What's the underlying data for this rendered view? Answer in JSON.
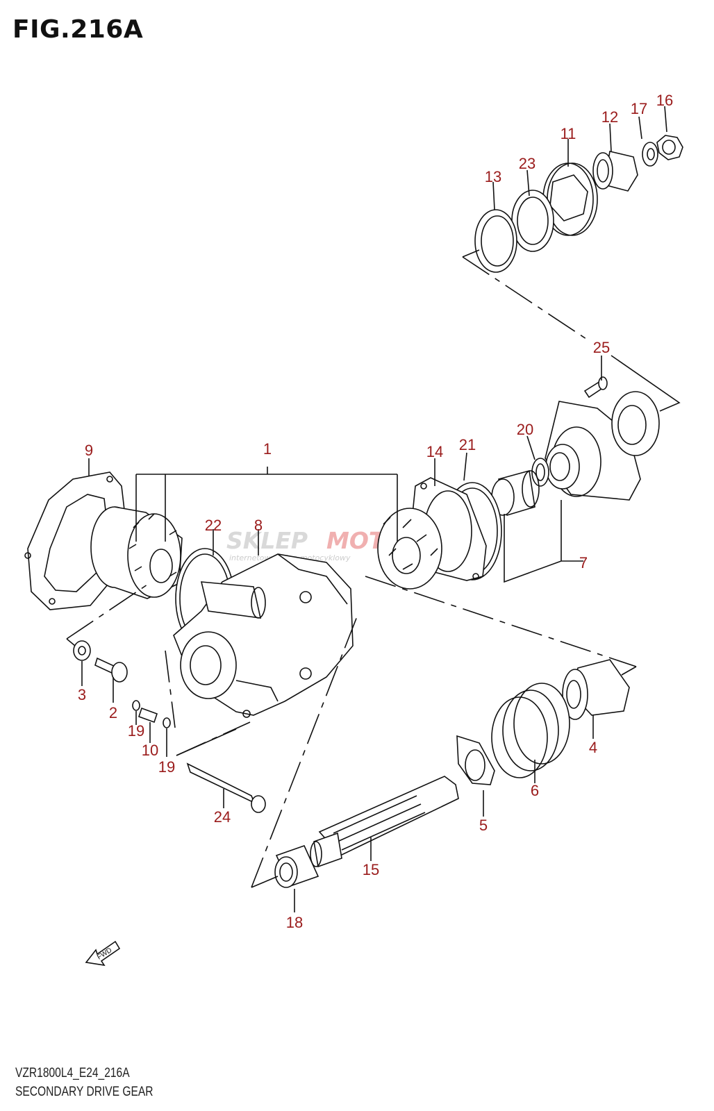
{
  "figure_title": "FIG.216A",
  "footer": {
    "code": "VZR1800L4_E24_216A",
    "caption": "SECONDARY DRIVE GEAR"
  },
  "fwd_label": "FWD",
  "watermark": {
    "brand_left": "SKLEP",
    "brand_right": "MOTO24.PL",
    "tagline": "internetowy sklep motocyklowy"
  },
  "callouts": [
    "1",
    "2",
    "3",
    "4",
    "5",
    "6",
    "7",
    "8",
    "9",
    "10",
    "11",
    "12",
    "13",
    "14",
    "15",
    "16",
    "17",
    "18",
    "19",
    "19",
    "20",
    "21",
    "22",
    "23",
    "24",
    "25"
  ]
}
